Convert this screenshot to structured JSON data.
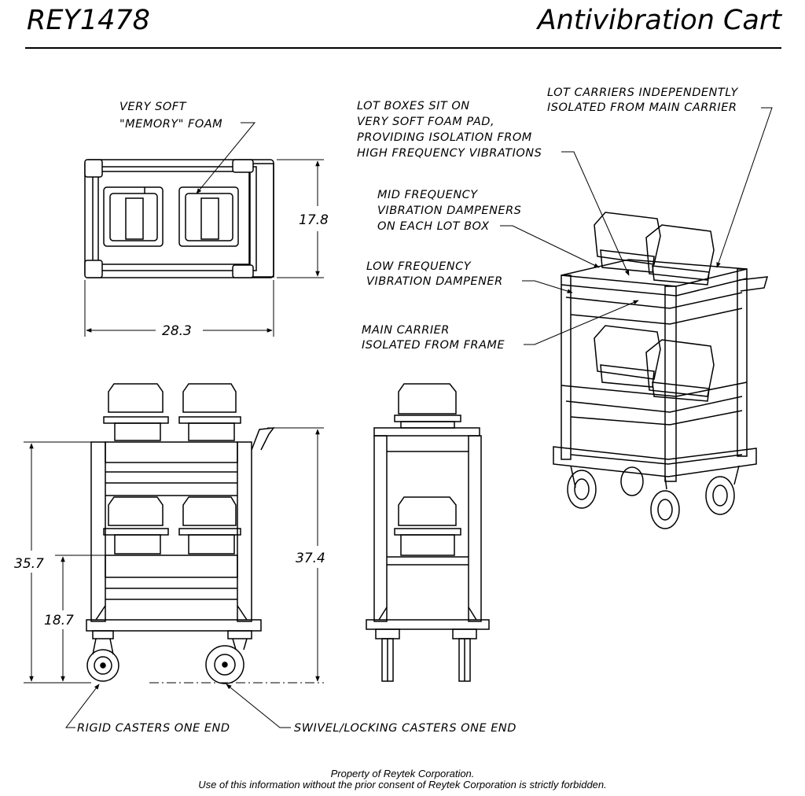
{
  "header": {
    "part_number": "REY1478",
    "title": "Antivibration Cart"
  },
  "dimensions": {
    "top_depth": "17.8",
    "top_width": "28.3",
    "side_height": "35.7",
    "shelf_height": "18.7",
    "end_height": "37.4"
  },
  "callouts": {
    "foam": [
      "VERY SOFT",
      "\"MEMORY\" FOAM"
    ],
    "lot_boxes": [
      "LOT BOXES SIT ON",
      "VERY SOFT FOAM PAD,",
      "PROVIDING ISOLATION FROM",
      "HIGH FREQUENCY VIBRATIONS"
    ],
    "lot_carriers": [
      "LOT CARRIERS INDEPENDENTLY",
      "ISOLATED FROM MAIN CARRIER"
    ],
    "mid_freq": [
      "MID FREQUENCY",
      "VIBRATION DAMPENERS",
      "ON EACH LOT BOX"
    ],
    "low_freq": [
      "LOW FREQUENCY",
      "VIBRATION DAMPENER"
    ],
    "main_carrier": [
      "MAIN CARRIER",
      "ISOLATED FROM FRAME"
    ],
    "rigid": "RIGID CASTERS ONE END",
    "swivel": "SWIVEL/LOCKING  CASTERS ONE END"
  },
  "footer": {
    "line1": "Property of Reytek Corporation.",
    "line2": "Use of this information without the prior consent of Reytek Corporation is strictly forbidden."
  }
}
